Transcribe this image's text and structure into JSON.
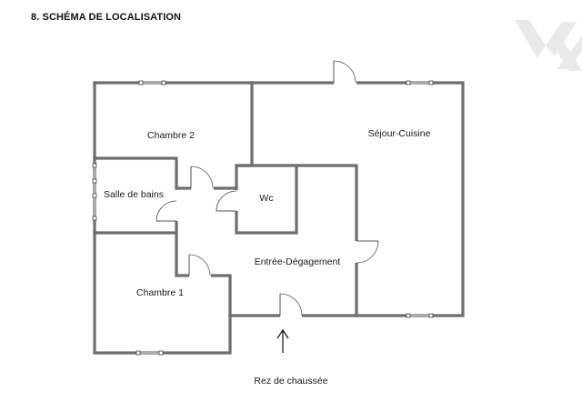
{
  "section": {
    "title": "8. SCHÉMA DE LOCALISATION"
  },
  "rooms": {
    "chambre2": "Chambre 2",
    "sejour": "Séjour-Cuisine",
    "salle_de_bains": "Salle de bains",
    "wc": "Wc",
    "entree": "Entrée-Dégagement",
    "chambre1": "Chambre 1"
  },
  "level_label": "Rez de chaussée",
  "colors": {
    "walls": "#6e6e6e",
    "text": "#1a1a1a",
    "logo": "#e9e9e9"
  },
  "icons": {
    "entrance": "arrow-up-icon",
    "logo": "watermark-logo"
  }
}
